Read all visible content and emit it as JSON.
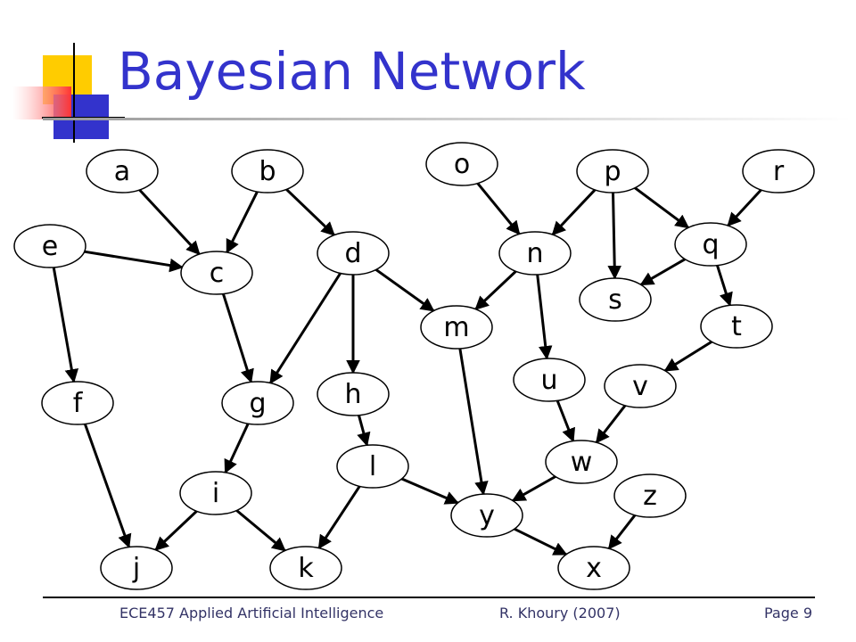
{
  "title": "Bayesian Network",
  "footer": {
    "course": "ECE457 Applied Artificial Intelligence",
    "author": "R. Khoury (2007)",
    "page": "Page 9"
  },
  "colors": {
    "title": "#3333cc",
    "node_fill": "#ffffff",
    "node_stroke": "#000000",
    "edge": "#000000",
    "logo_yellow": "#ffcc00",
    "logo_red": "#ff3333",
    "logo_blue": "#3333cc"
  },
  "nodes": [
    {
      "id": "a",
      "label": "a"
    },
    {
      "id": "b",
      "label": "b"
    },
    {
      "id": "o",
      "label": "o"
    },
    {
      "id": "p",
      "label": "p"
    },
    {
      "id": "r",
      "label": "r"
    },
    {
      "id": "e",
      "label": "e"
    },
    {
      "id": "c",
      "label": "c"
    },
    {
      "id": "d",
      "label": "d"
    },
    {
      "id": "n",
      "label": "n"
    },
    {
      "id": "q",
      "label": "q"
    },
    {
      "id": "s",
      "label": "s"
    },
    {
      "id": "m",
      "label": "m"
    },
    {
      "id": "t",
      "label": "t"
    },
    {
      "id": "u",
      "label": "u"
    },
    {
      "id": "v",
      "label": "v"
    },
    {
      "id": "f",
      "label": "f"
    },
    {
      "id": "g",
      "label": "g"
    },
    {
      "id": "h",
      "label": "h"
    },
    {
      "id": "l",
      "label": "l"
    },
    {
      "id": "w",
      "label": "w"
    },
    {
      "id": "i",
      "label": "i"
    },
    {
      "id": "z",
      "label": "z"
    },
    {
      "id": "y",
      "label": "y"
    },
    {
      "id": "j",
      "label": "j"
    },
    {
      "id": "k",
      "label": "k"
    },
    {
      "id": "x",
      "label": "x"
    }
  ],
  "edges": [
    [
      "a",
      "c"
    ],
    [
      "b",
      "c"
    ],
    [
      "b",
      "d"
    ],
    [
      "e",
      "c"
    ],
    [
      "e",
      "f"
    ],
    [
      "o",
      "n"
    ],
    [
      "p",
      "n"
    ],
    [
      "p",
      "s"
    ],
    [
      "p",
      "q"
    ],
    [
      "r",
      "q"
    ],
    [
      "q",
      "s"
    ],
    [
      "q",
      "t"
    ],
    [
      "n",
      "m"
    ],
    [
      "n",
      "u"
    ],
    [
      "d",
      "m"
    ],
    [
      "d",
      "g"
    ],
    [
      "d",
      "h"
    ],
    [
      "c",
      "g"
    ],
    [
      "t",
      "v"
    ],
    [
      "v",
      "w"
    ],
    [
      "u",
      "w"
    ],
    [
      "w",
      "y"
    ],
    [
      "m",
      "y"
    ],
    [
      "h",
      "l"
    ],
    [
      "l",
      "y"
    ],
    [
      "l",
      "k"
    ],
    [
      "g",
      "i"
    ],
    [
      "i",
      "j"
    ],
    [
      "i",
      "k"
    ],
    [
      "f",
      "j"
    ],
    [
      "y",
      "x"
    ],
    [
      "z",
      "x"
    ]
  ]
}
